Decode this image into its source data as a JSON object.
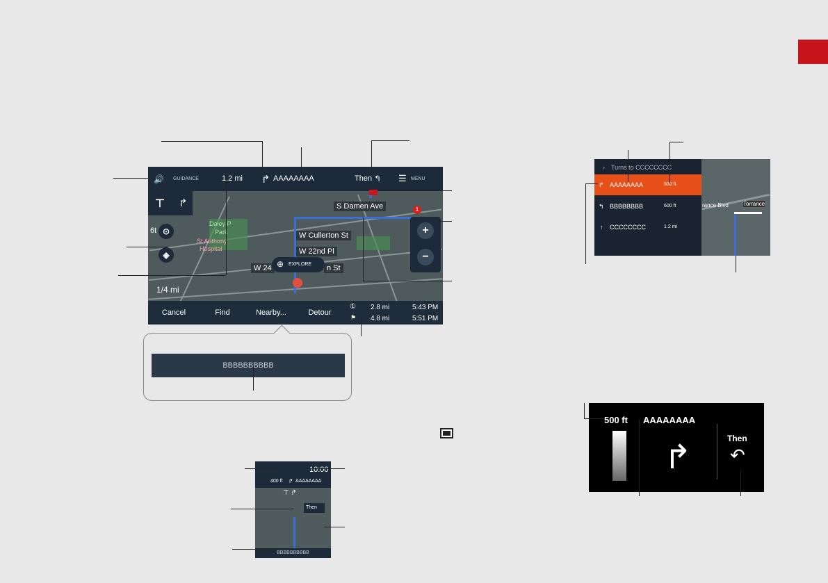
{
  "main_screen": {
    "guidance_label": "GUIDANCE",
    "distance": "1.2 mi",
    "street_name": "AAAAAAAA",
    "then_label": "Then",
    "menu_label": "MENU",
    "streets": [
      "S Damen Ave",
      "W Cullerton St",
      "W 22nd Pl",
      "W 24",
      "n St"
    ],
    "poi_labels": [
      "Daley P",
      "Park",
      "St Anthony",
      "Hospital"
    ],
    "explore_label": "EXPLORE",
    "scale": "1/4 mi",
    "side_label": "6t",
    "marker_number": "1",
    "softkeys": [
      "Cancel",
      "Find",
      "Nearby...",
      "Detour"
    ],
    "eta_rows": [
      {
        "distance": "2.8 mi",
        "time": "5:43 PM"
      },
      {
        "distance": "4.8 mi",
        "time": "5:51 PM"
      }
    ],
    "zoom_in": "+",
    "zoom_out": "−"
  },
  "callout": {
    "bar_text": "BBBBBBBBBB"
  },
  "turn_list": {
    "header": "Turns to CCCCCCCC",
    "rows": [
      {
        "name": "AAAAAAAA",
        "distance": "500 ft"
      },
      {
        "name": "BBBBBBBB",
        "distance": "600 ft"
      },
      {
        "name": "CCCCCCCC",
        "distance": "1.2 mi"
      }
    ],
    "map_labels": [
      "rance Blvd",
      "Torrance"
    ]
  },
  "small_screen": {
    "time": "10:00",
    "distance": "400 ft",
    "street": "AAAAAAAA",
    "then_label": "Then",
    "bottom_text": "BBBBBBBBBB"
  },
  "cluster": {
    "distance": "500 ft",
    "street": "AAAAAAAA",
    "then_label": "Then"
  },
  "colors": {
    "accent_red": "#c8141b",
    "highlight_orange": "#e8501a",
    "nav_bar": "#1c2a3a",
    "route_blue": "#3a6fd8"
  }
}
